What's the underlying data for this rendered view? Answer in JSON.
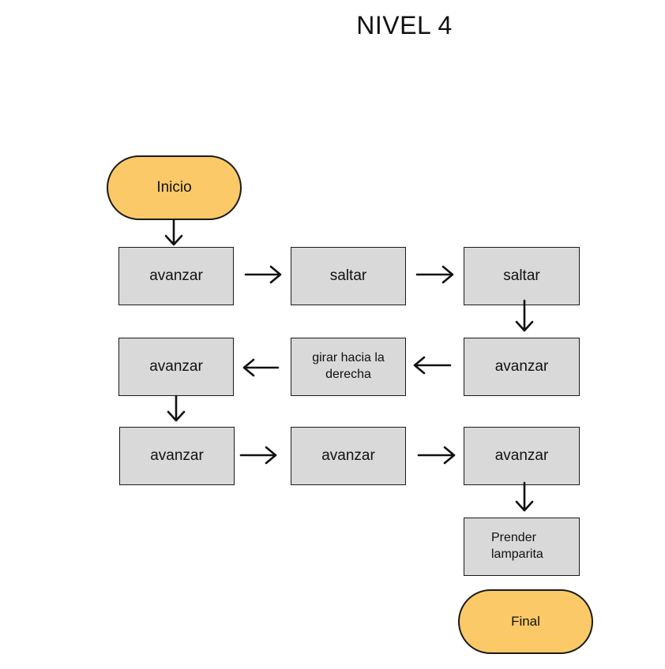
{
  "title": "NIVEL 4",
  "colors": {
    "terminal_fill": "#fbc967",
    "step_fill": "#d9d9d9",
    "stroke": "#1a1a1a"
  },
  "flowchart": {
    "start": "Inicio",
    "end": "Final",
    "steps": [
      "avanzar",
      "saltar",
      "saltar",
      "avanzar",
      "girar hacia la derecha",
      "avanzar",
      "avanzar",
      "avanzar",
      "avanzar",
      "Prender lamparita"
    ]
  }
}
